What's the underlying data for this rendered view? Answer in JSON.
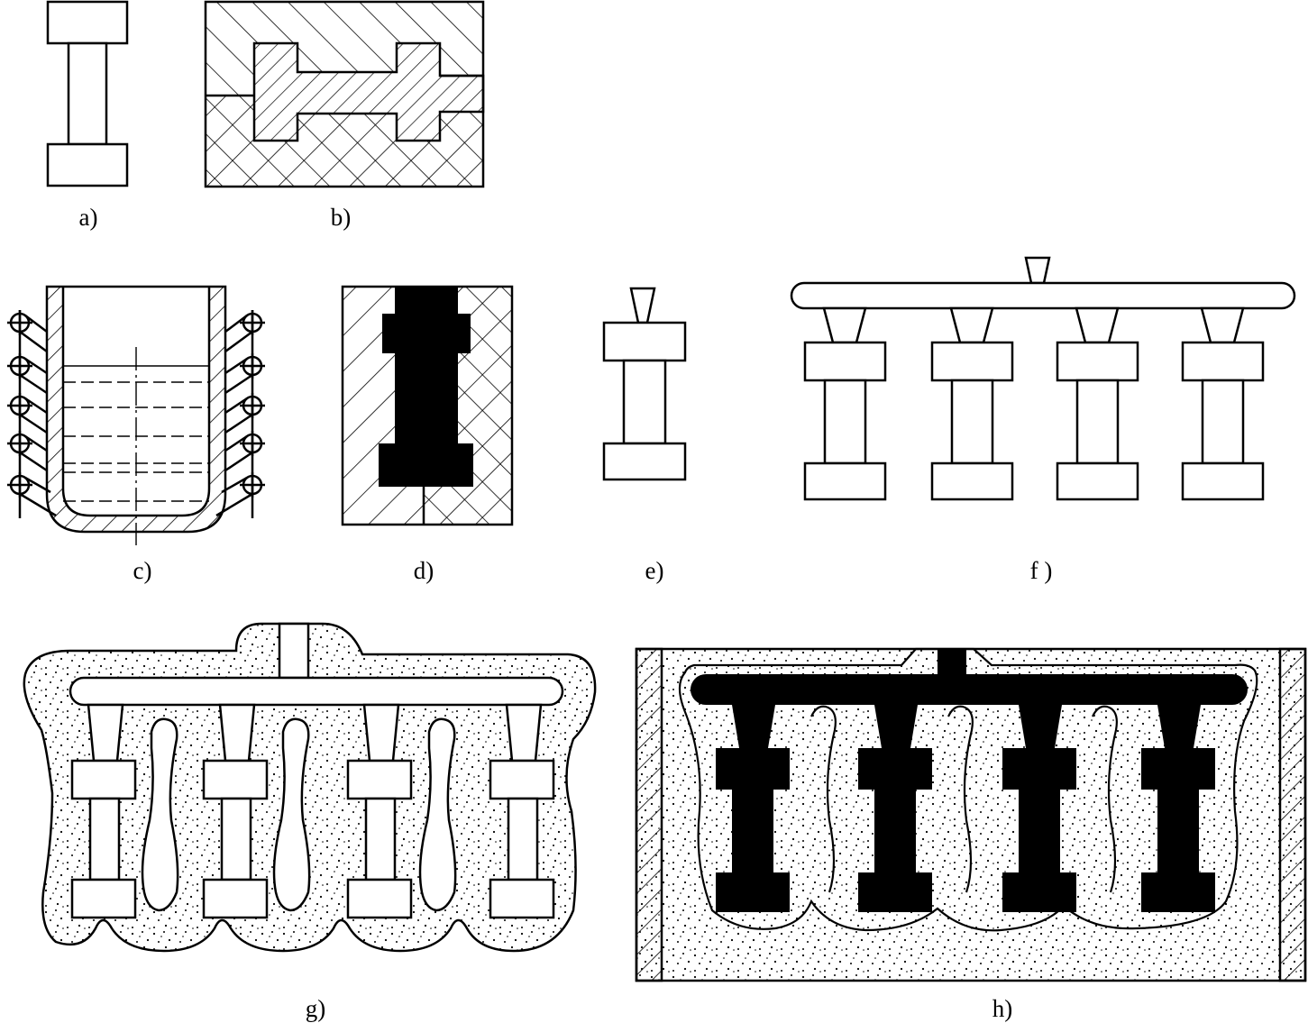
{
  "labels": {
    "a": "a)",
    "b": "b)",
    "c": "c)",
    "d": "d)",
    "e": "e)",
    "f": "f )",
    "g": "g)",
    "h": "h)"
  },
  "colors": {
    "ink": "#000000",
    "paper": "#ffffff"
  }
}
